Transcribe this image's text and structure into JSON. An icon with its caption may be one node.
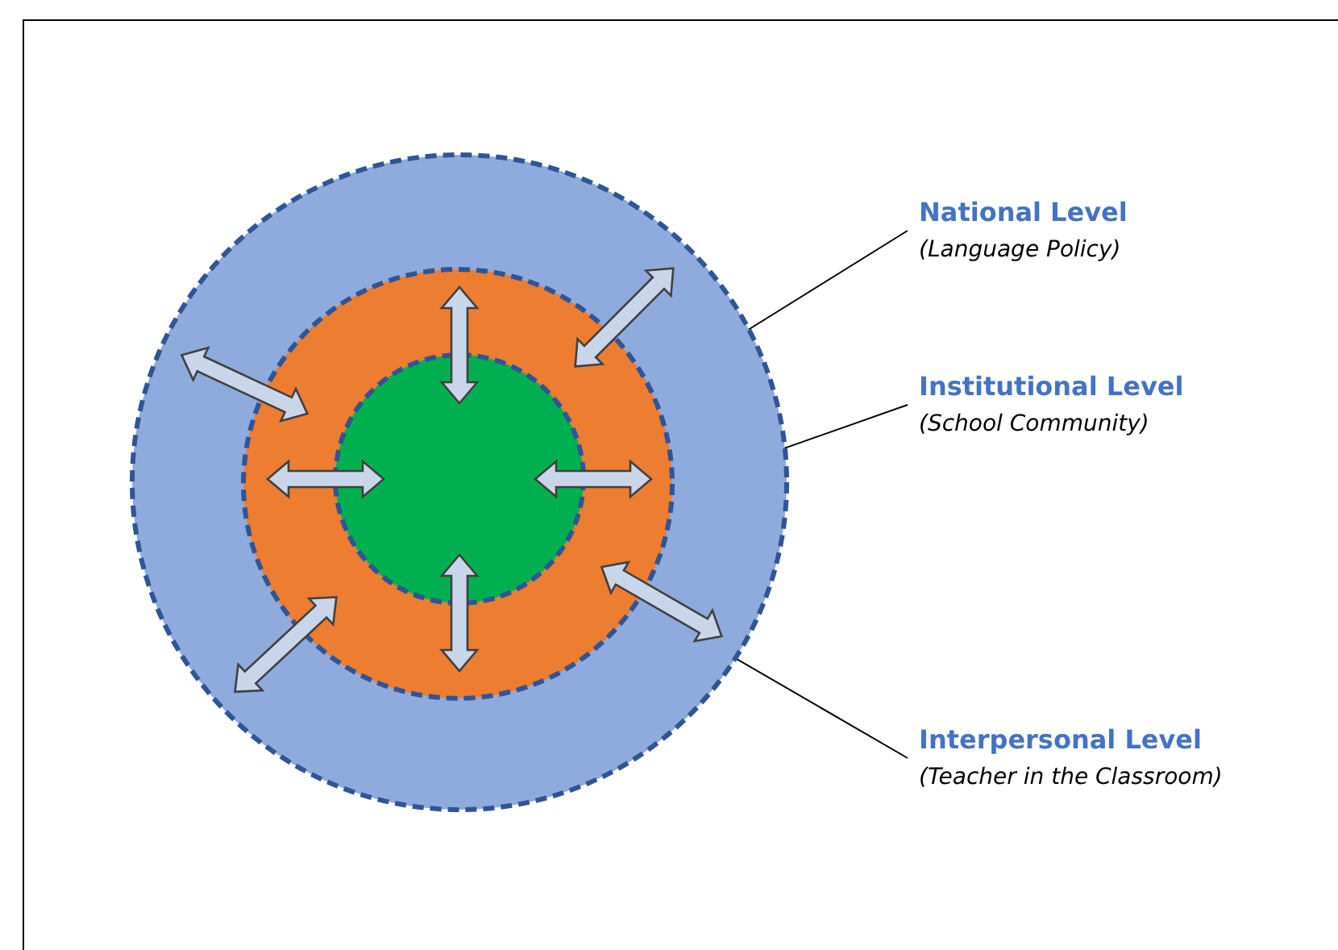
{
  "diagram": {
    "nodes": [
      {
        "text": [],
        "shape": "circle"
      },
      {
        "text": [],
        "shape": "circle",
        "in": 0
      },
      {
        "text": [],
        "shape": "circle",
        "in": 1
      },
      {
        "text": [
          "National Level",
          "(Language Policy)"
        ]
      },
      {
        "text": [
          "Institutional Level",
          "(School Community)"
        ]
      },
      {
        "text": [
          "Interpersonal Level",
          "(Teacher in the Classroom)"
        ]
      }
    ],
    "edges": [
      {
        "from": 2,
        "to": 1,
        "arrow": "both"
      },
      {
        "from": 2,
        "to": 1,
        "arrow": "both"
      },
      {
        "from": 2,
        "to": 1,
        "arrow": "both"
      },
      {
        "from": 2,
        "to": 1,
        "arrow": "both"
      },
      {
        "from": 1,
        "to": 0,
        "arrow": "both"
      },
      {
        "from": 1,
        "to": 0,
        "arrow": "both"
      },
      {
        "from": 1,
        "to": 0,
        "arrow": "both"
      },
      {
        "from": 1,
        "to": 0,
        "arrow": "both"
      },
      {
        "from": 3,
        "to": 0,
        "arrow": "none"
      },
      {
        "from": 4,
        "to": 1,
        "arrow": "none"
      },
      {
        "from": 5,
        "to": 2,
        "arrow": "none"
      }
    ]
  }
}
